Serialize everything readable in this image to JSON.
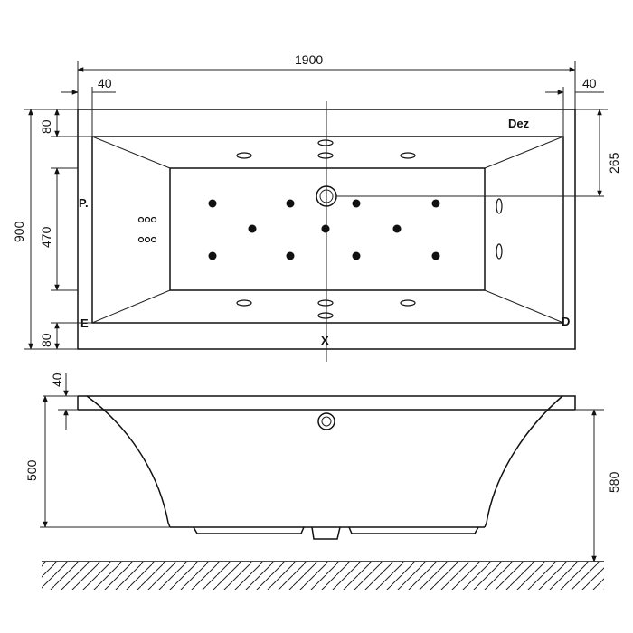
{
  "top_view": {
    "width_label": "1900",
    "edge_left_label": "40",
    "edge_right_label": "40",
    "depth_label": "900",
    "rim_top_label": "80",
    "rim_bottom_label": "80",
    "inner_length_label": "470",
    "drain_offset_label": "265",
    "marker_dez": "Dez",
    "marker_p": "P.",
    "marker_e": "E",
    "marker_d": "D",
    "marker_x": "X"
  },
  "side_view": {
    "rim_label": "40",
    "height_label": "500",
    "total_height_label": "580"
  }
}
